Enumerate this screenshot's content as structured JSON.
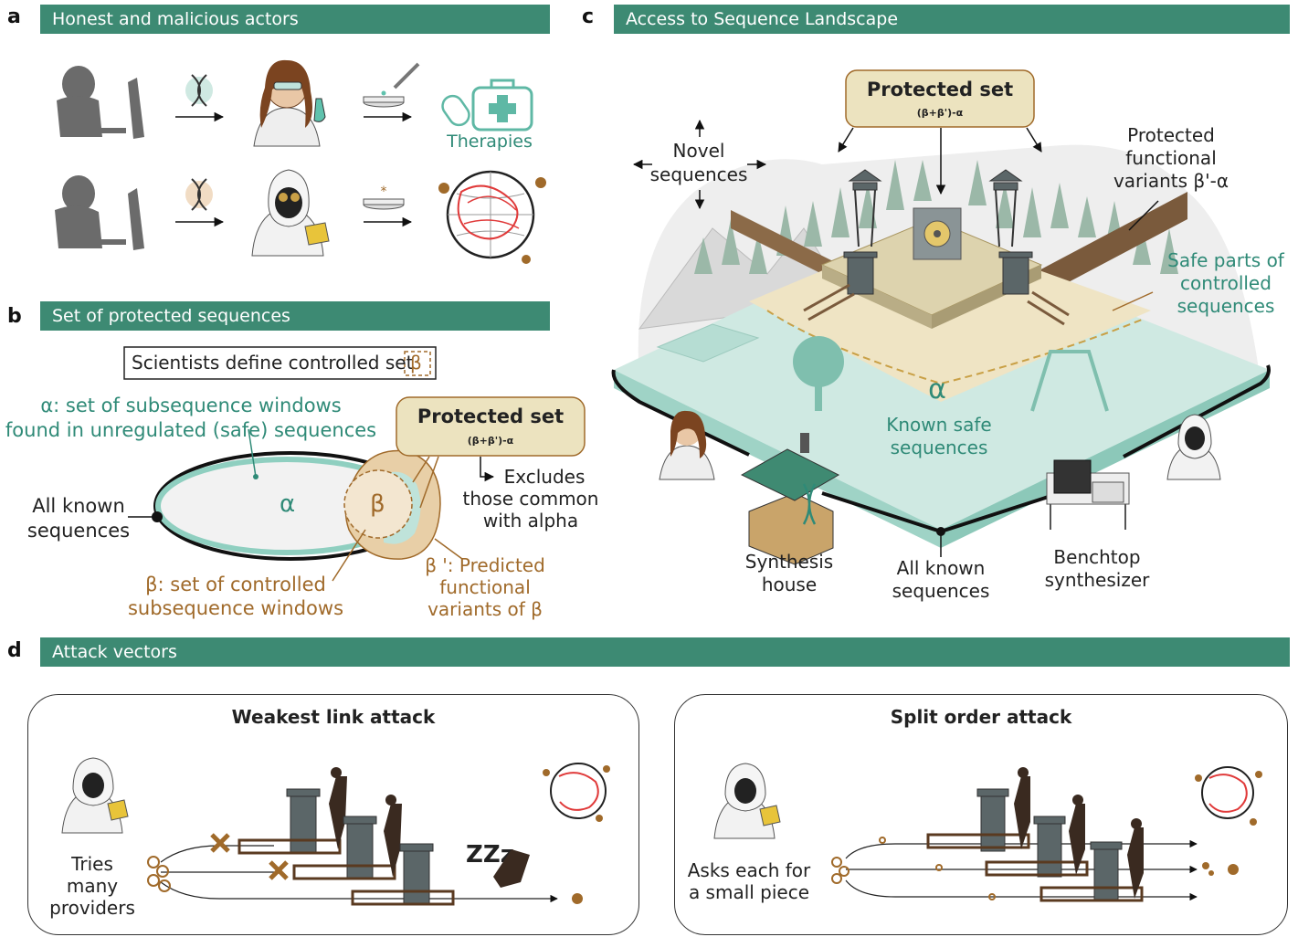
{
  "panels": {
    "a": {
      "letter": "a",
      "title": "Honest and malicious actors",
      "therapies_label": "Therapies"
    },
    "b": {
      "letter": "b",
      "title": "Set of protected sequences",
      "define_box": "Scientists define controlled set",
      "define_symbol": "β",
      "alpha_desc_line1": "α: set of subsequence windows",
      "alpha_desc_line2": "found in unregulated (safe) sequences",
      "all_known_line1": "All known",
      "all_known_line2": "sequences",
      "alpha_symbol": "α",
      "beta_symbol": "β",
      "protected_title": "Protected set",
      "protected_formula": "(β+β')-α",
      "excludes_line1": "Excludes",
      "excludes_line2": "those common",
      "excludes_line3": "with alpha",
      "beta_prime_line1": "β ': Predicted",
      "beta_prime_line2": "functional",
      "beta_prime_line3": "variants of β",
      "beta_desc_line1": "β: set of controlled",
      "beta_desc_line2": "subsequence windows"
    },
    "c": {
      "letter": "c",
      "title": "Access to Sequence Landscape",
      "protected_title": "Protected set",
      "protected_formula": "(β+β')-α",
      "novel_line1": "Novel",
      "novel_line2": "sequences",
      "protected_variants_line1": "Protected",
      "protected_variants_line2": "functional",
      "protected_variants_line3": "variants β'-α",
      "safe_parts_line1": "Safe parts of",
      "safe_parts_line2": "controlled",
      "safe_parts_line3": "sequences",
      "alpha_symbol": "α",
      "known_safe_line1": "Known safe",
      "known_safe_line2": "sequences",
      "synthesis_line1": "Synthesis",
      "synthesis_line2": "house",
      "all_known_line1": "All known",
      "all_known_line2": "sequences",
      "benchtop_line1": "Benchtop",
      "benchtop_line2": "synthesizer"
    },
    "d": {
      "letter": "d",
      "title": "Attack vectors",
      "weakest_title": "Weakest link attack",
      "weakest_line1": "Tries",
      "weakest_line2": "many",
      "weakest_line3": "providers",
      "split_title": "Split order attack",
      "split_line1": "Asks each for",
      "split_line2": "a small piece"
    }
  },
  "colors": {
    "banner": "#3d8a73",
    "teal": "#2f8a77",
    "brown": "#a06a2a",
    "protected_box": "#ece3bf",
    "alpha_ring": "#8fcfc0"
  },
  "icons": [
    "silhouette-user-icon",
    "dna-icon",
    "scientist-icon",
    "pipette-dish-icon",
    "first-aid-kit-icon",
    "hazmat-actor-icon",
    "globe-virus-icon",
    "watchtower-icon",
    "vault-icon",
    "house-icon",
    "synthesizer-icon",
    "sleeping-guard-icon"
  ]
}
